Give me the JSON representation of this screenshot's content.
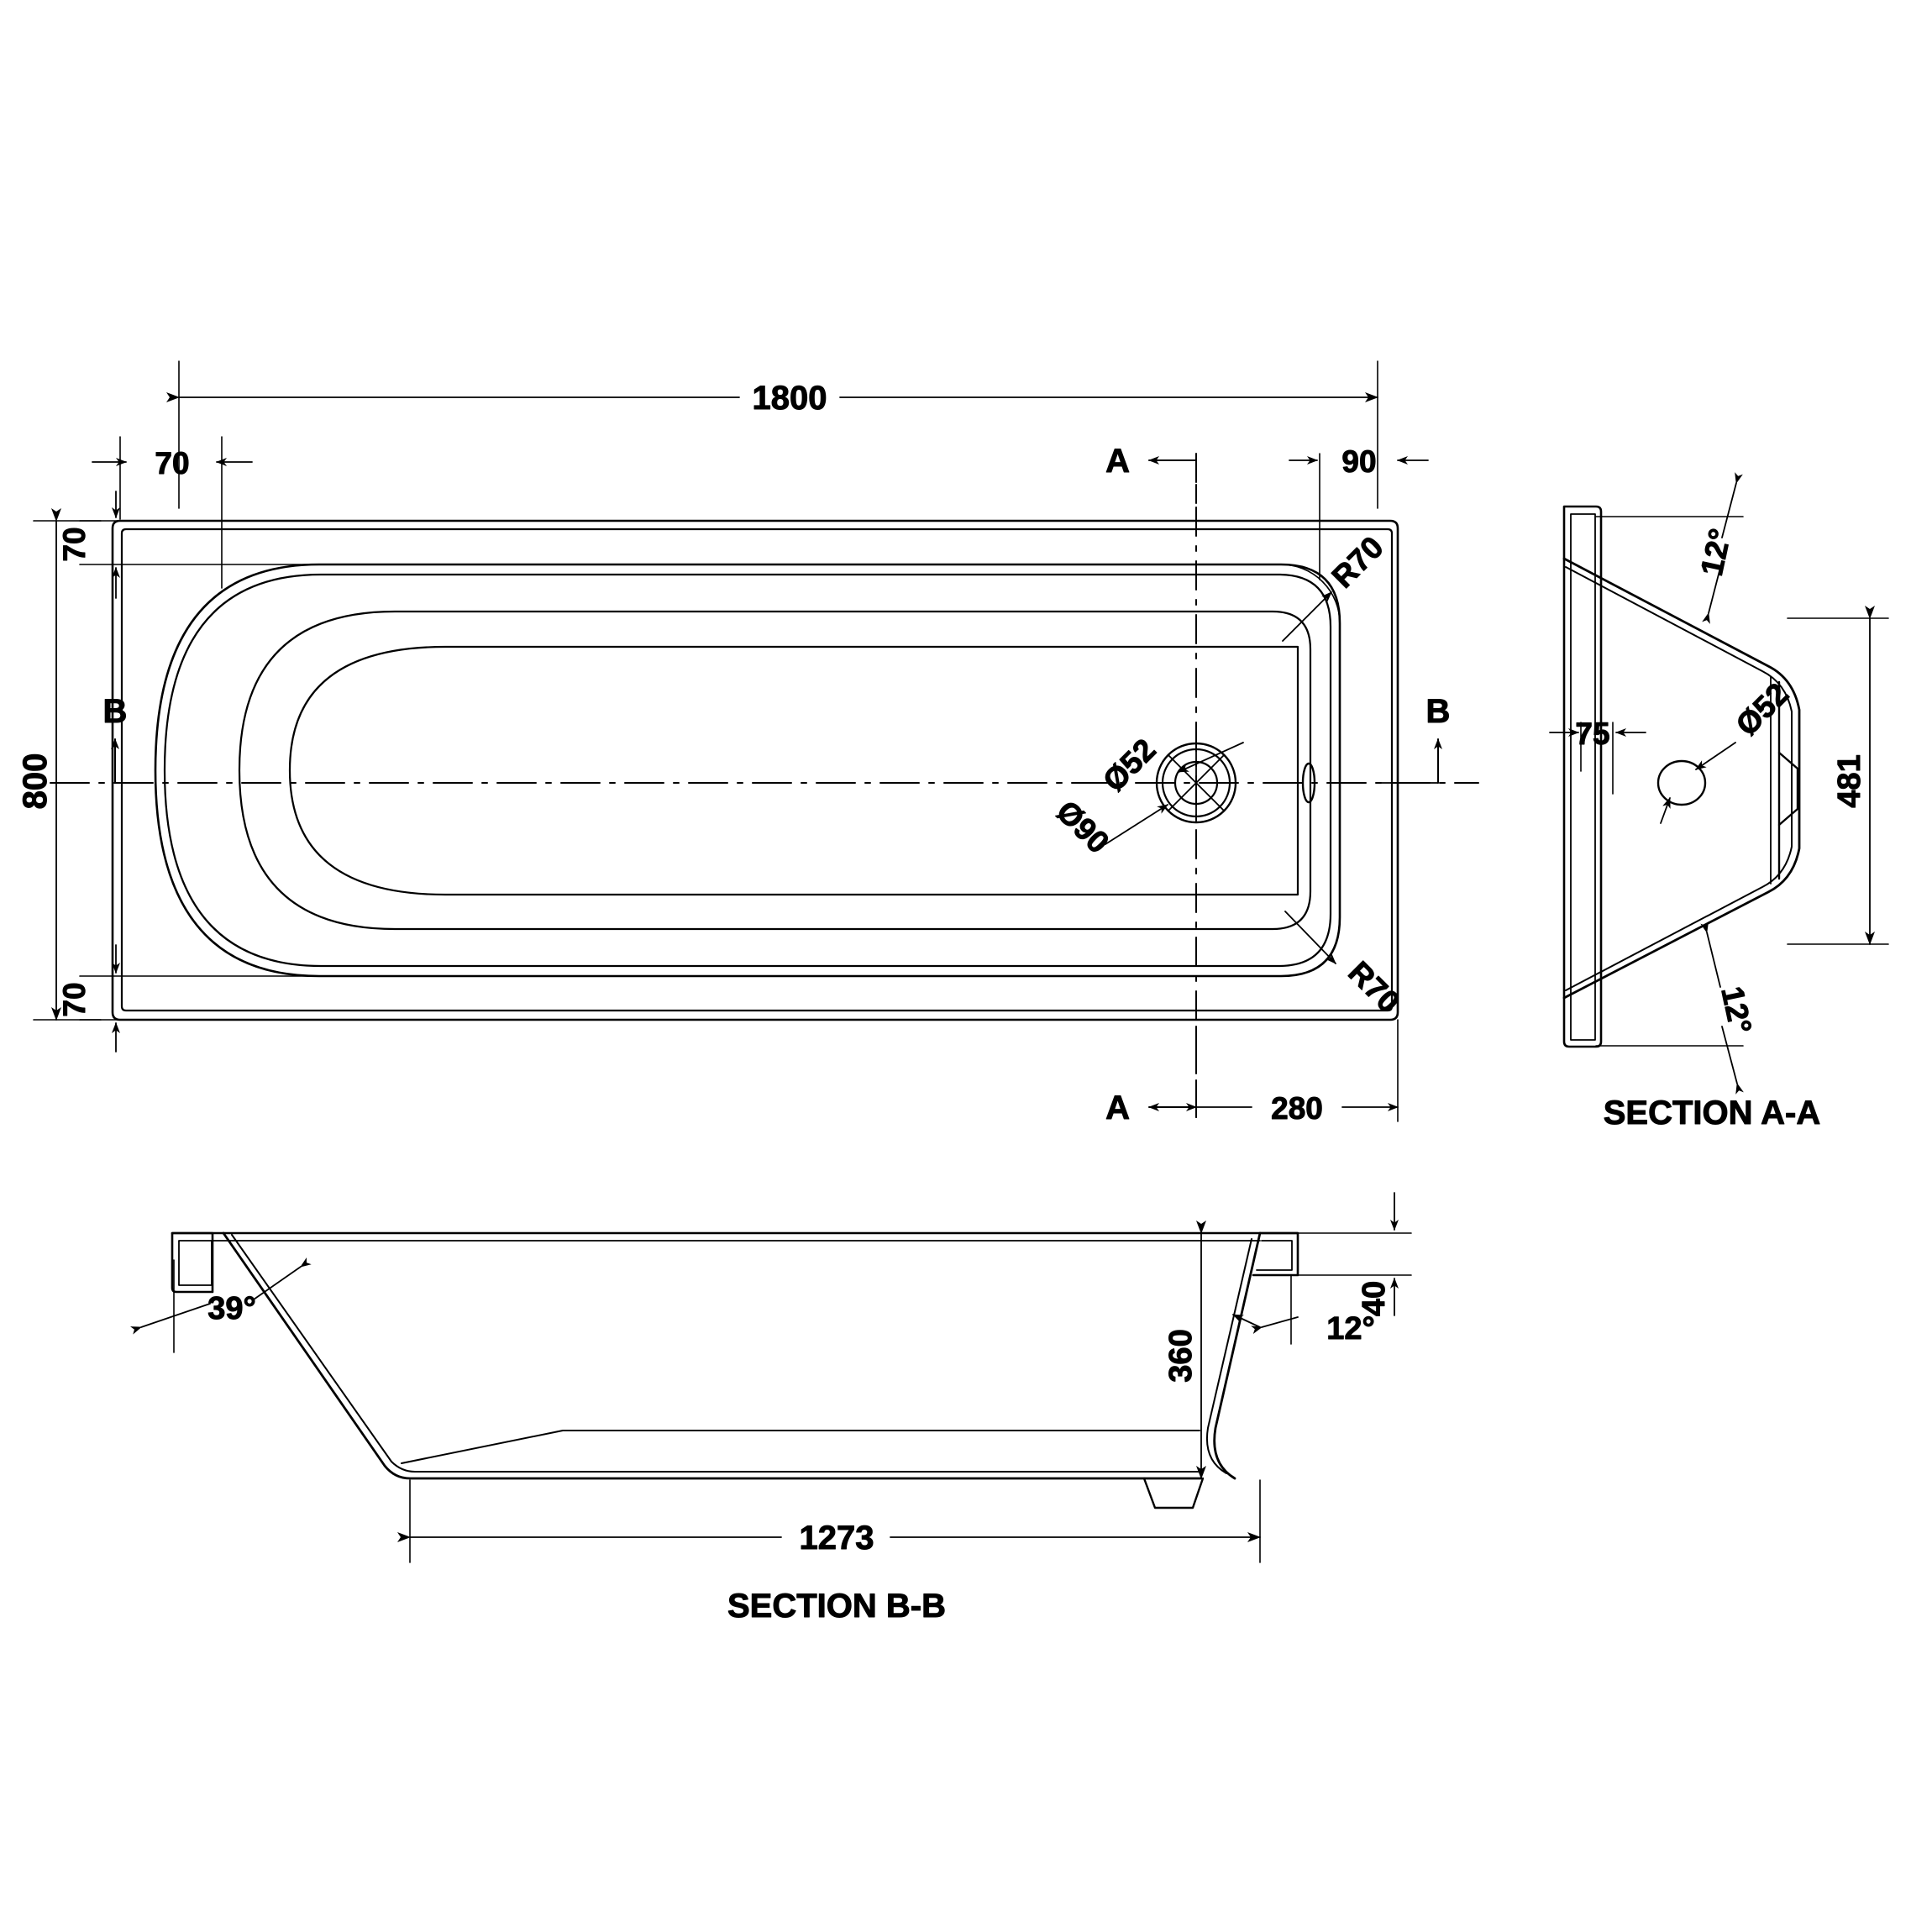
{
  "drawing": {
    "type": "technical-drawing",
    "subject": "rectangular single-ended bath tub",
    "units": "mm",
    "line_color": "#000000",
    "background_color": "#ffffff"
  },
  "plan_view": {
    "name": "plan-view",
    "dimensions": {
      "overall_length": "1800",
      "overall_width": "800",
      "rim_left": "70",
      "rim_top": "70",
      "rim_bottom": "70",
      "waste_offset_right": "90",
      "waste_offset_bottom": "280"
    },
    "radii": {
      "top_right": "R70",
      "bottom_right": "R70"
    },
    "waste": {
      "inner_diameter": "Ø52",
      "outer_diameter": "Ø90"
    },
    "section_markers": {
      "a_top": "A",
      "a_bottom": "A",
      "b_left": "B",
      "b_right": "B"
    }
  },
  "section_aa": {
    "name": "section-a-a",
    "title": "SECTION A-A",
    "dimensions": {
      "height": "481",
      "waste_offset": "75",
      "waste_diameter": "Ø52",
      "angle_top": "12°",
      "angle_bottom": "12°"
    }
  },
  "section_bb": {
    "name": "section-b-b",
    "title": "SECTION B-B",
    "dimensions": {
      "depth": "360",
      "rim_thickness": "40",
      "base_length": "1273",
      "angle_left": "39°",
      "angle_right": "12°"
    }
  }
}
